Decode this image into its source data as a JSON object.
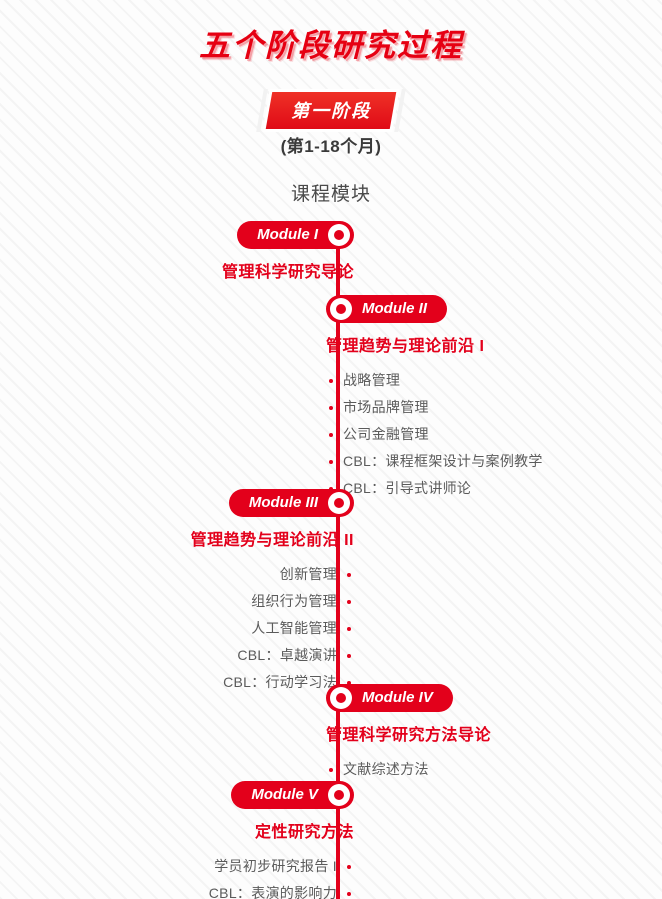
{
  "header": {
    "title": "五个阶段研究过程",
    "stage_badge": "第一阶段",
    "stage_months": "(第1-18个月)",
    "section_label": "课程模块"
  },
  "theme": {
    "brand_red": "#e3001b",
    "badge_red": "#e60012",
    "body_text": "#5b5b5b",
    "background": "#fdfdfd"
  },
  "modules": [
    {
      "pill": "Module I",
      "title": "管理科学研究导论",
      "align": "left",
      "items": []
    },
    {
      "pill": "Module II",
      "title": "管理趋势与理论前沿 I",
      "align": "right",
      "items": [
        "战略管理",
        "市场品牌管理",
        "公司金融管理",
        "CBL：课程框架设计与案例教学",
        "CBL：引导式讲师论"
      ]
    },
    {
      "pill": "Module III",
      "title": "管理趋势与理论前沿 II",
      "align": "left",
      "items": [
        "创新管理",
        "组织行为管理",
        "人工智能管理",
        "CBL：卓越演讲",
        "CBL：行动学习法"
      ]
    },
    {
      "pill": "Module IV",
      "title": "管理科学研究方法导论",
      "align": "right",
      "items": [
        "文献综述方法"
      ]
    },
    {
      "pill": "Module V",
      "title": "定性研究方法",
      "align": "left",
      "items": [
        "学员初步研究报告 I",
        "CBL：表演的影响力"
      ]
    }
  ]
}
